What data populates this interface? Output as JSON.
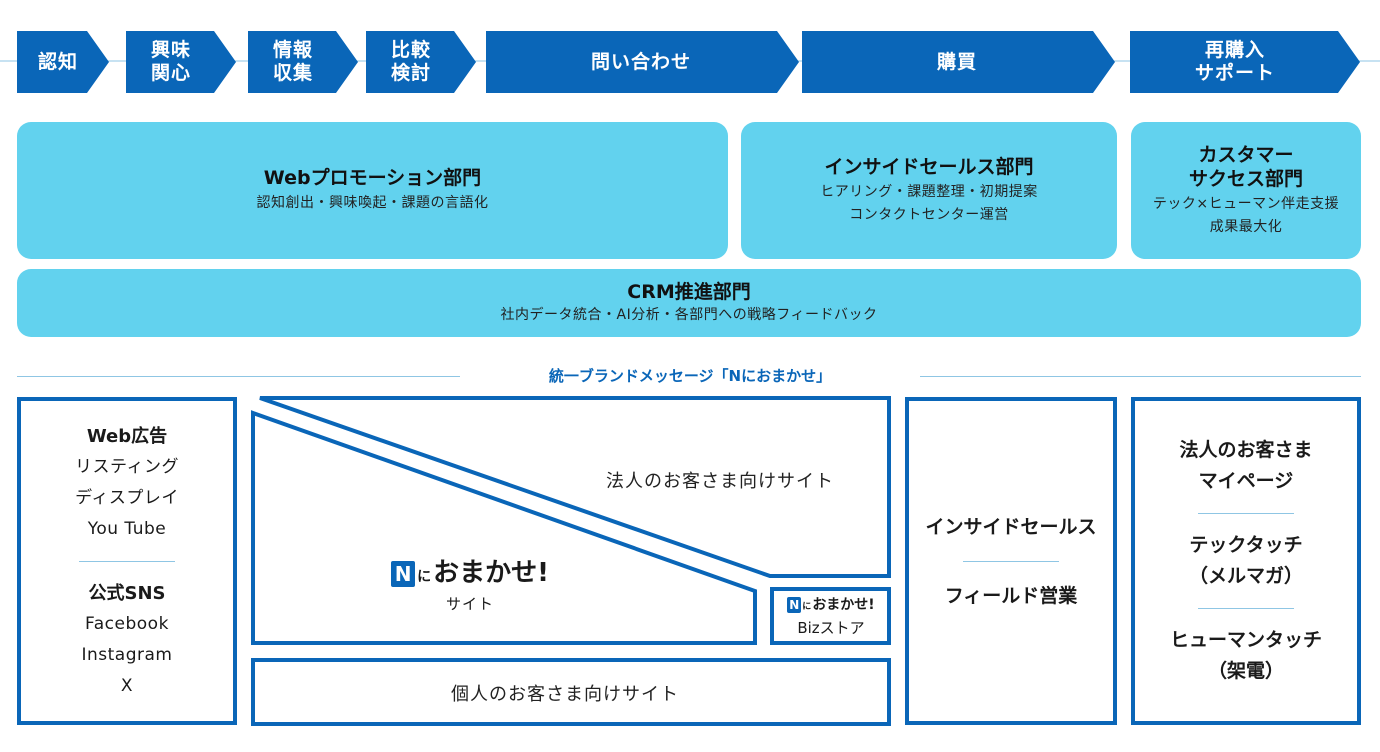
{
  "stages": [
    {
      "label": "認知"
    },
    {
      "label": "興味\n関心"
    },
    {
      "label": "情報\n収集"
    },
    {
      "label": "比較\n検討"
    },
    {
      "label": "問い合わせ"
    },
    {
      "label": "購買"
    },
    {
      "label": "再購入\nサポート"
    }
  ],
  "departments": {
    "web": {
      "name": "Webプロモーション部門",
      "desc": "認知創出・興味喚起・課題の言語化"
    },
    "insidesales": {
      "name": "インサイドセールス部門",
      "desc": "ヒアリング・課題整理・初期提案\nコンタクトセンター運営"
    },
    "cs": {
      "name": "カスタマー\nサクセス部門",
      "desc": "テック×ヒューマン伴走支援\n成果最大化"
    },
    "crm": {
      "name": "CRM推進部門",
      "desc": "社内データ統合・AI分析・各部門への戦略フィードバック"
    }
  },
  "brand_message": "統一ブランドメッセージ「Nにおまかせ」",
  "channels": {
    "web_ads": {
      "title": "Web広告",
      "items": [
        "リスティング",
        "ディスプレイ",
        "You Tube"
      ]
    },
    "sns": {
      "title": "公式SNS",
      "items": [
        "Facebook",
        "Instagram",
        "X"
      ]
    }
  },
  "sites": {
    "corporate": "法人のお客さま向けサイト",
    "main_logo": {
      "n": "N",
      "ni": "に",
      "rest": "おまかせ!"
    },
    "main_sub": "サイト",
    "biz_logo": {
      "n": "N",
      "ni": "に",
      "rest": "おまかせ!"
    },
    "biz_sub": "Bizストア",
    "individual": "個人のお客さま向けサイト"
  },
  "sales": {
    "insidesales": "インサイドセールス",
    "field": "フィールド営業"
  },
  "support": {
    "mypage": "法人のお客さま\nマイページ",
    "techtouch": "テックタッチ\n（メルマガ）",
    "humantouch": "ヒューマンタッチ\n（架電）"
  },
  "colors": {
    "primary": "#0a66b8",
    "light": "#62d2ee",
    "rule": "#8fc6e4"
  }
}
